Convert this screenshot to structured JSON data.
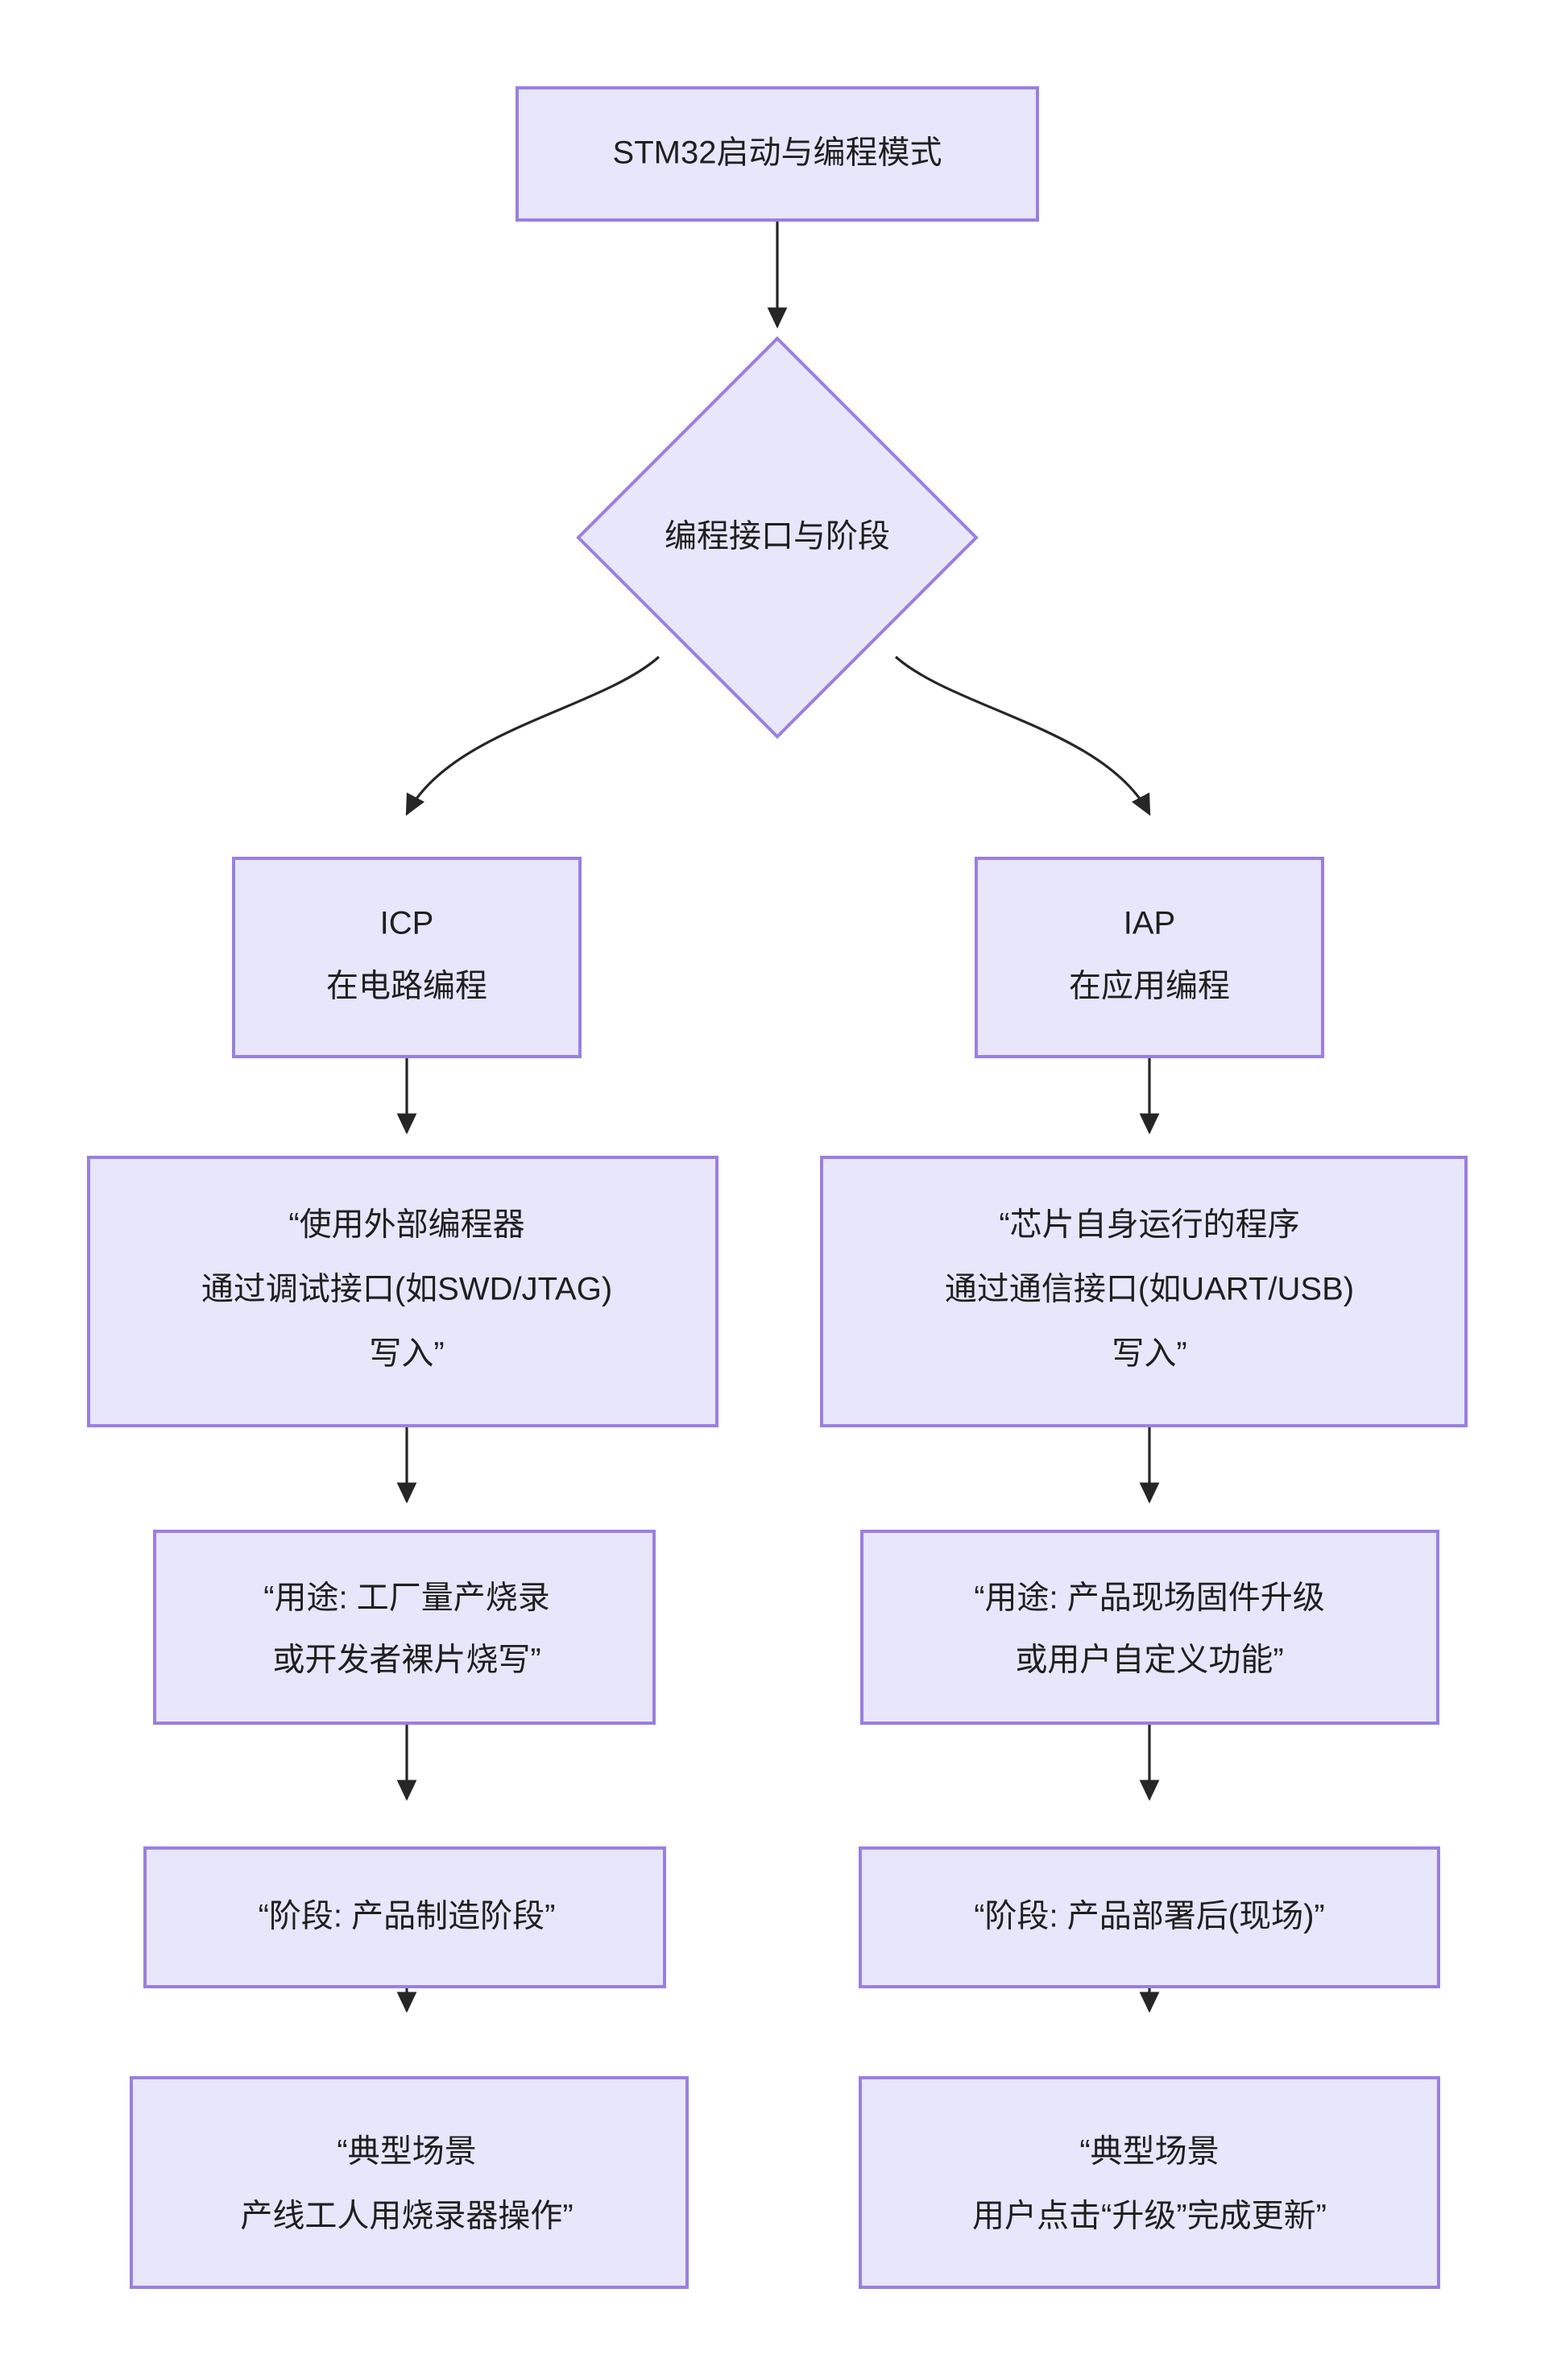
{
  "diagram": {
    "title_node": "STM32启动与编程模式",
    "decision_node": "编程接口与阶段",
    "colors": {
      "node_fill": "#e8e6fb",
      "node_border": "#9a7fe0",
      "edge": "#262626",
      "text": "#1f1f1f",
      "background": "#ffffff"
    },
    "branches": {
      "left": {
        "name_line1": "ICP",
        "name_line2": "在电路编程",
        "method_line1": "“使用外部编程器",
        "method_line2": "通过调试接口(如SWD/JTAG)",
        "method_line3": "写入”",
        "usage_line1": "“用途: 工厂量产烧录",
        "usage_line2": "或开发者裸片烧写”",
        "stage_line1": "“阶段: 产品制造阶段”",
        "scenario_line1": "“典型场景",
        "scenario_line2": "产线工人用烧录器操作”"
      },
      "right": {
        "name_line1": "IAP",
        "name_line2": "在应用编程",
        "method_line1": "“芯片自身运行的程序",
        "method_line2": "通过通信接口(如UART/USB)",
        "method_line3": "写入”",
        "usage_line1": "“用途: 产品现场固件升级",
        "usage_line2": "或用户自定义功能”",
        "stage_line1": "“阶段: 产品部署后(现场)”",
        "scenario_line1": "“典型场景",
        "scenario_line2": "用户点击“升级”完成更新”"
      }
    }
  }
}
